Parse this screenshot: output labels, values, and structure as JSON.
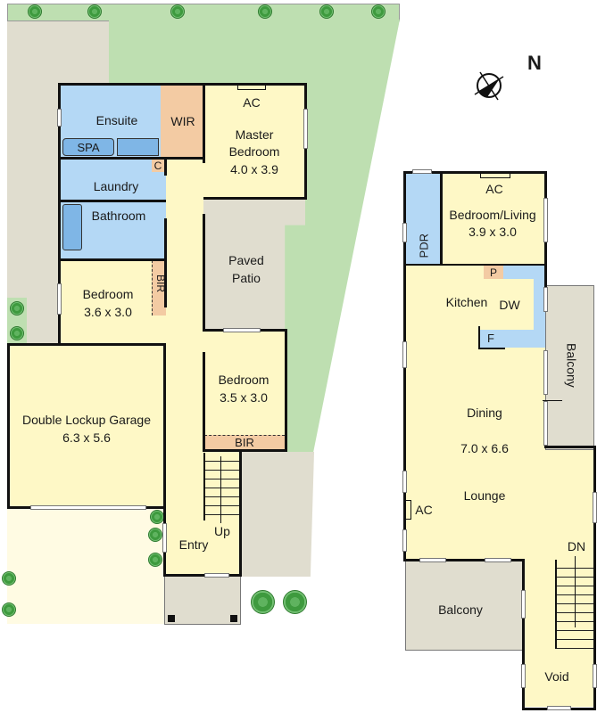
{
  "compass": {
    "label": "N",
    "icon": "north-arrow-icon"
  },
  "ground_floor": {
    "rooms": {
      "ensuite": "Ensuite",
      "spa": "SPA",
      "wir": "WIR",
      "master_bedroom": {
        "name": "Master",
        "name2": "Bedroom",
        "size": "4.0 x 3.9"
      },
      "master_ac": "AC",
      "laundry": "Laundry",
      "cupboard": "C",
      "bathroom": "Bathroom",
      "bedroom2": {
        "name": "Bedroom",
        "size": "3.6 x 3.0"
      },
      "bedroom2_bir": "BIR",
      "paved_patio": {
        "line1": "Paved",
        "line2": "Patio"
      },
      "bedroom3": {
        "name": "Bedroom",
        "size": "3.5 x 3.0"
      },
      "bedroom3_bir": "BIR",
      "garage": {
        "name": "Double Lockup Garage",
        "size": "6.3 x 5.6"
      },
      "entry": "Entry",
      "stairs_up": "Up"
    }
  },
  "upper_floor": {
    "rooms": {
      "bedroom_living": {
        "name": "Bedroom/Living",
        "size": "3.9 x 3.0"
      },
      "bedroom_living_ac": "AC",
      "pdr": "PDR",
      "pantry": "P",
      "kitchen": "Kitchen",
      "dishwasher": "DW",
      "fridge": "F",
      "balcony_side": "Balcony",
      "dining": "Dining",
      "dining_size": "7.0 x 6.6",
      "lounge": "Lounge",
      "lounge_ac": "AC",
      "stairs_down": "DN",
      "balcony_front": "Balcony",
      "void": "Void"
    }
  },
  "colors": {
    "living": "#fef8c6",
    "wet_area": "#b4d8f5",
    "storage": "#f3cba3",
    "paving": "#e0ddcf",
    "garden": "#bedfb1",
    "wall": "#111111"
  }
}
